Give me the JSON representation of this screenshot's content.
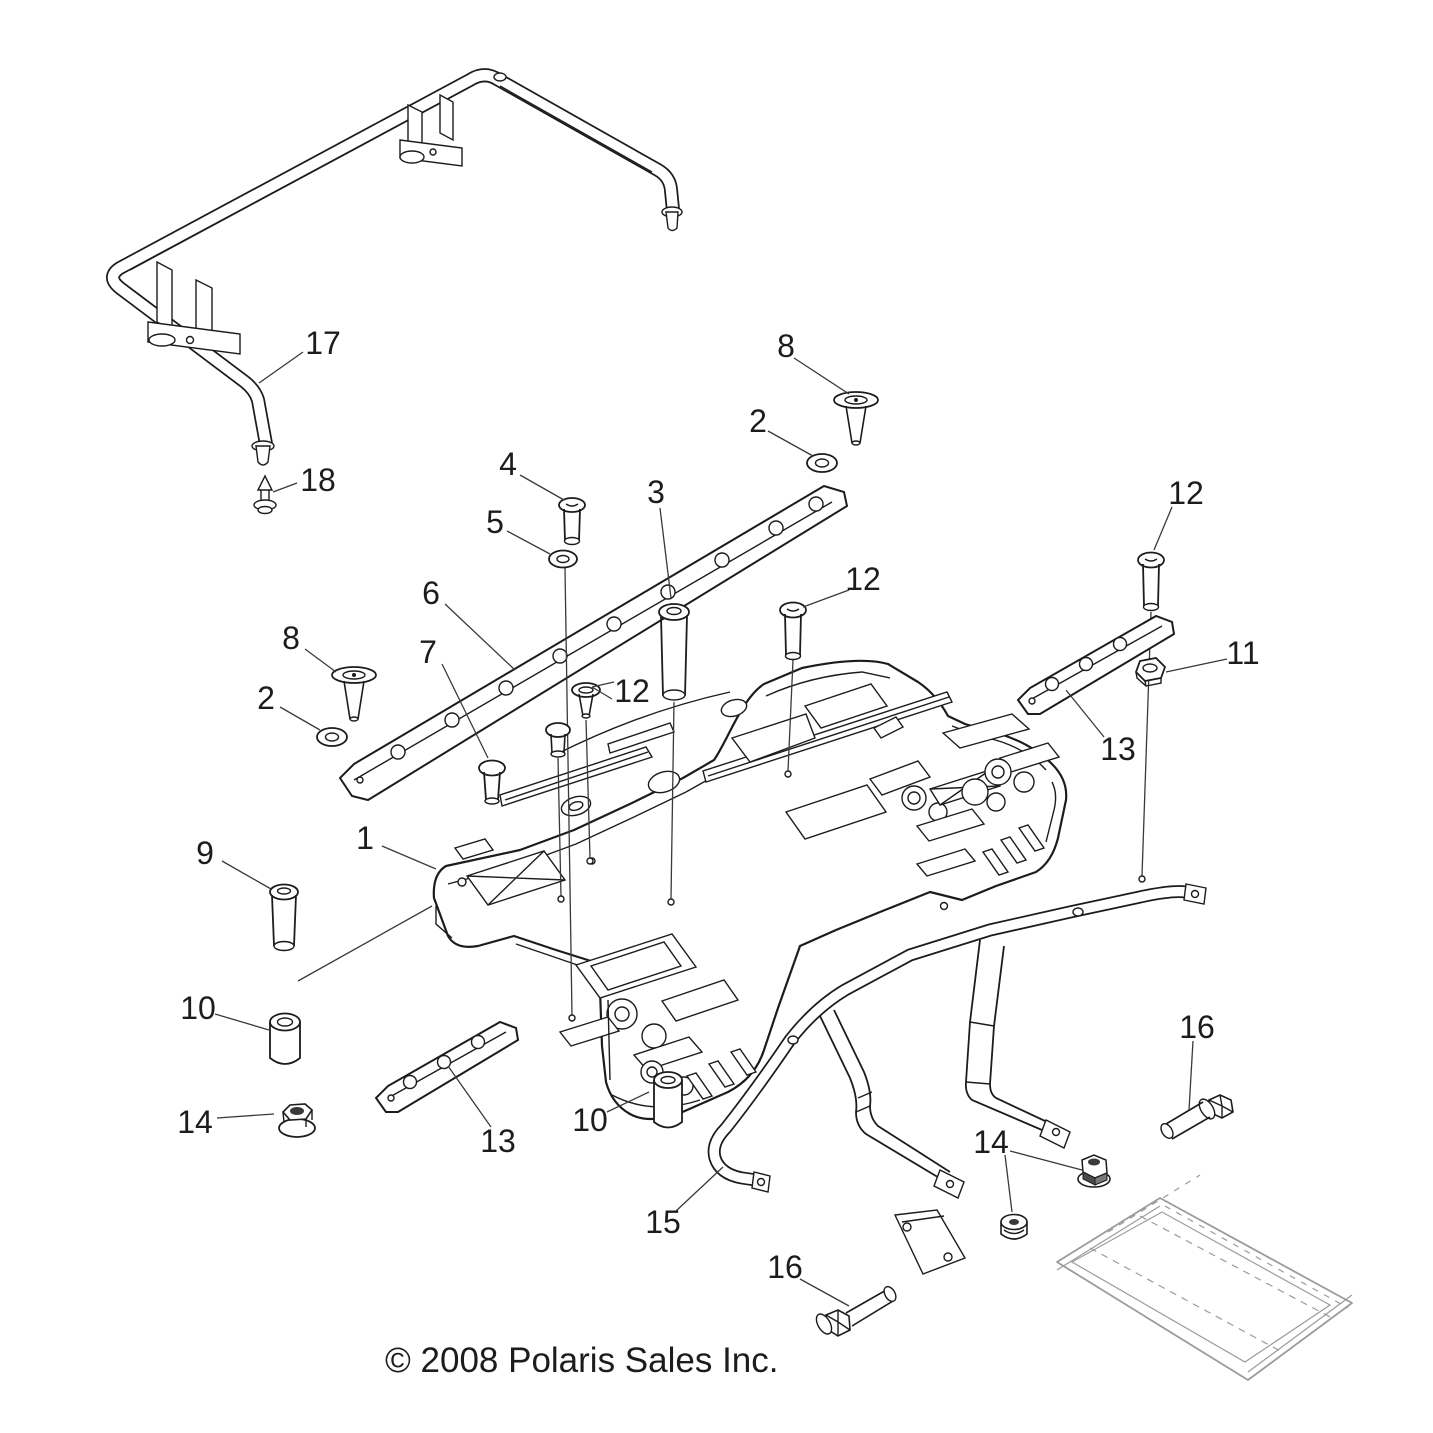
{
  "diagram": {
    "type": "exploded-parts-diagram",
    "footer": {
      "copyright": "© 2008 Polaris Sales Inc."
    },
    "colors": {
      "line": "#1c1c1c",
      "phantom_gray": "#9b9b9b",
      "background": "#ffffff"
    },
    "callouts": [
      {
        "label": "17"
      },
      {
        "label": "18"
      },
      {
        "label": "8"
      },
      {
        "label": "2"
      },
      {
        "label": "4"
      },
      {
        "label": "5"
      },
      {
        "label": "3"
      },
      {
        "label": "12"
      },
      {
        "label": "12"
      },
      {
        "label": "6"
      },
      {
        "label": "7"
      },
      {
        "label": "8"
      },
      {
        "label": "2"
      },
      {
        "label": "12"
      },
      {
        "label": "11"
      },
      {
        "label": "13"
      },
      {
        "label": "1"
      },
      {
        "label": "9"
      },
      {
        "label": "10"
      },
      {
        "label": "14"
      },
      {
        "label": "13"
      },
      {
        "label": "10"
      },
      {
        "label": "15"
      },
      {
        "label": "16"
      },
      {
        "label": "14"
      },
      {
        "label": "16"
      }
    ]
  }
}
